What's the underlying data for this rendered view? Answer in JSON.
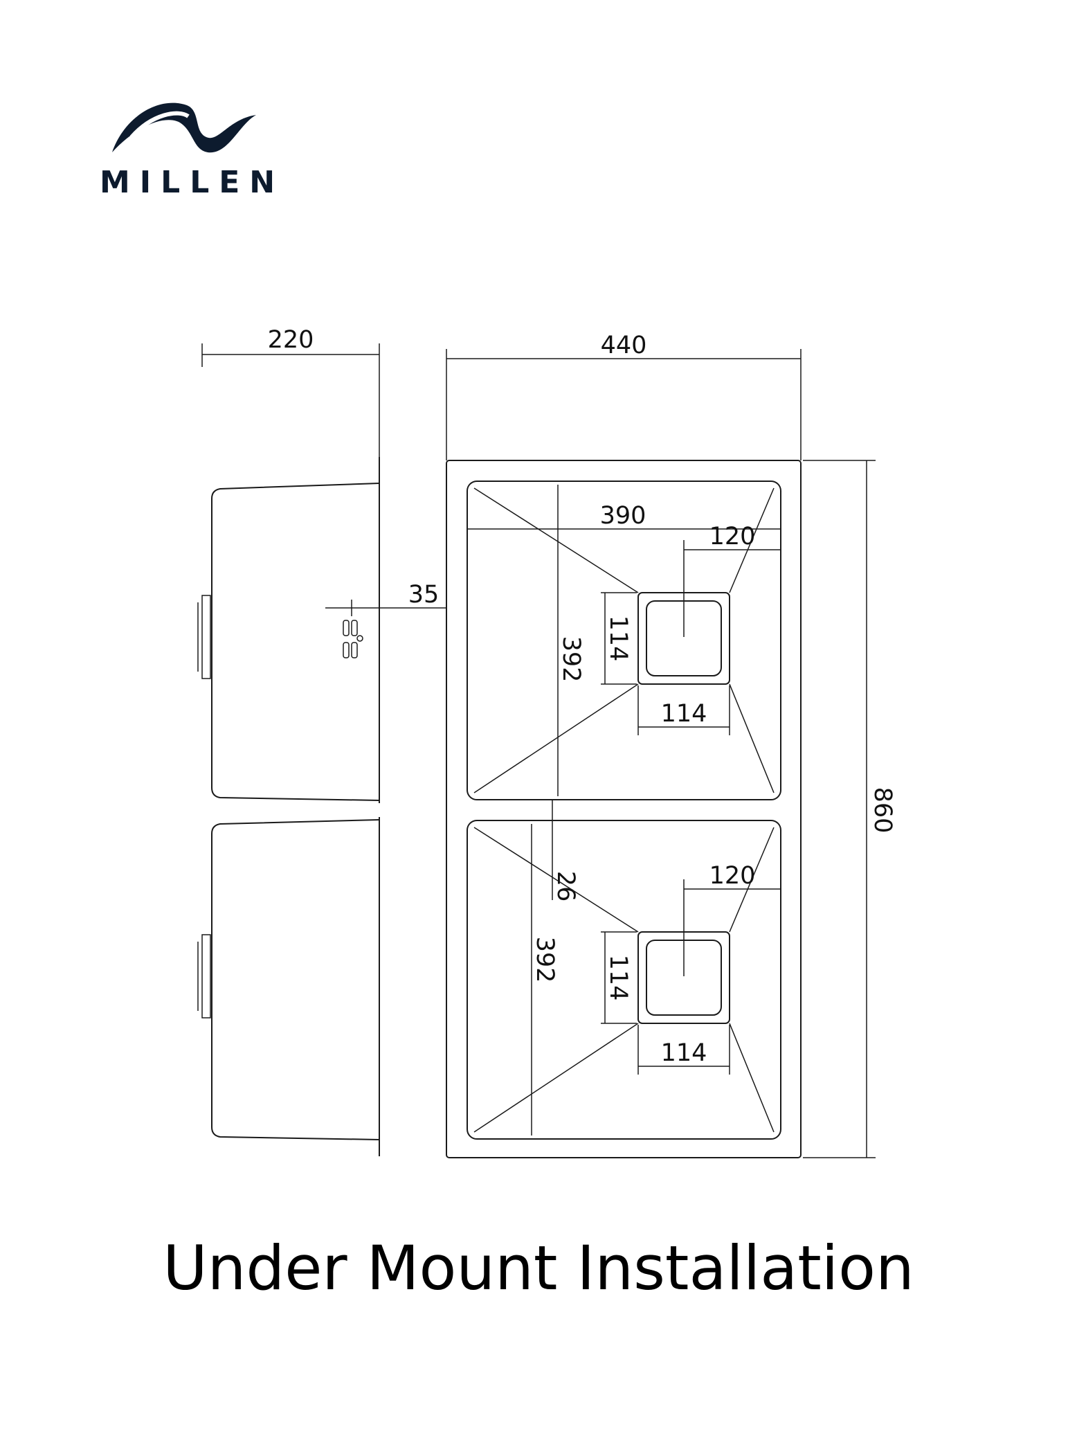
{
  "brand": {
    "name": "MILLEN",
    "color": "#0d1b2e"
  },
  "title": "Under Mount Installation",
  "dimensions": {
    "side_width": "220",
    "top_width": "440",
    "overall_height": "860",
    "offset": "35",
    "bowl_width": "390",
    "bowl_height_top": "392",
    "bowl_height_bottom": "392",
    "divider_gap": "26",
    "drain_offset_top": "120",
    "drain_offset_bottom": "120",
    "drain_width_top": "114",
    "drain_height_top": "114",
    "drain_width_bottom": "114",
    "drain_height_bottom": "114"
  }
}
